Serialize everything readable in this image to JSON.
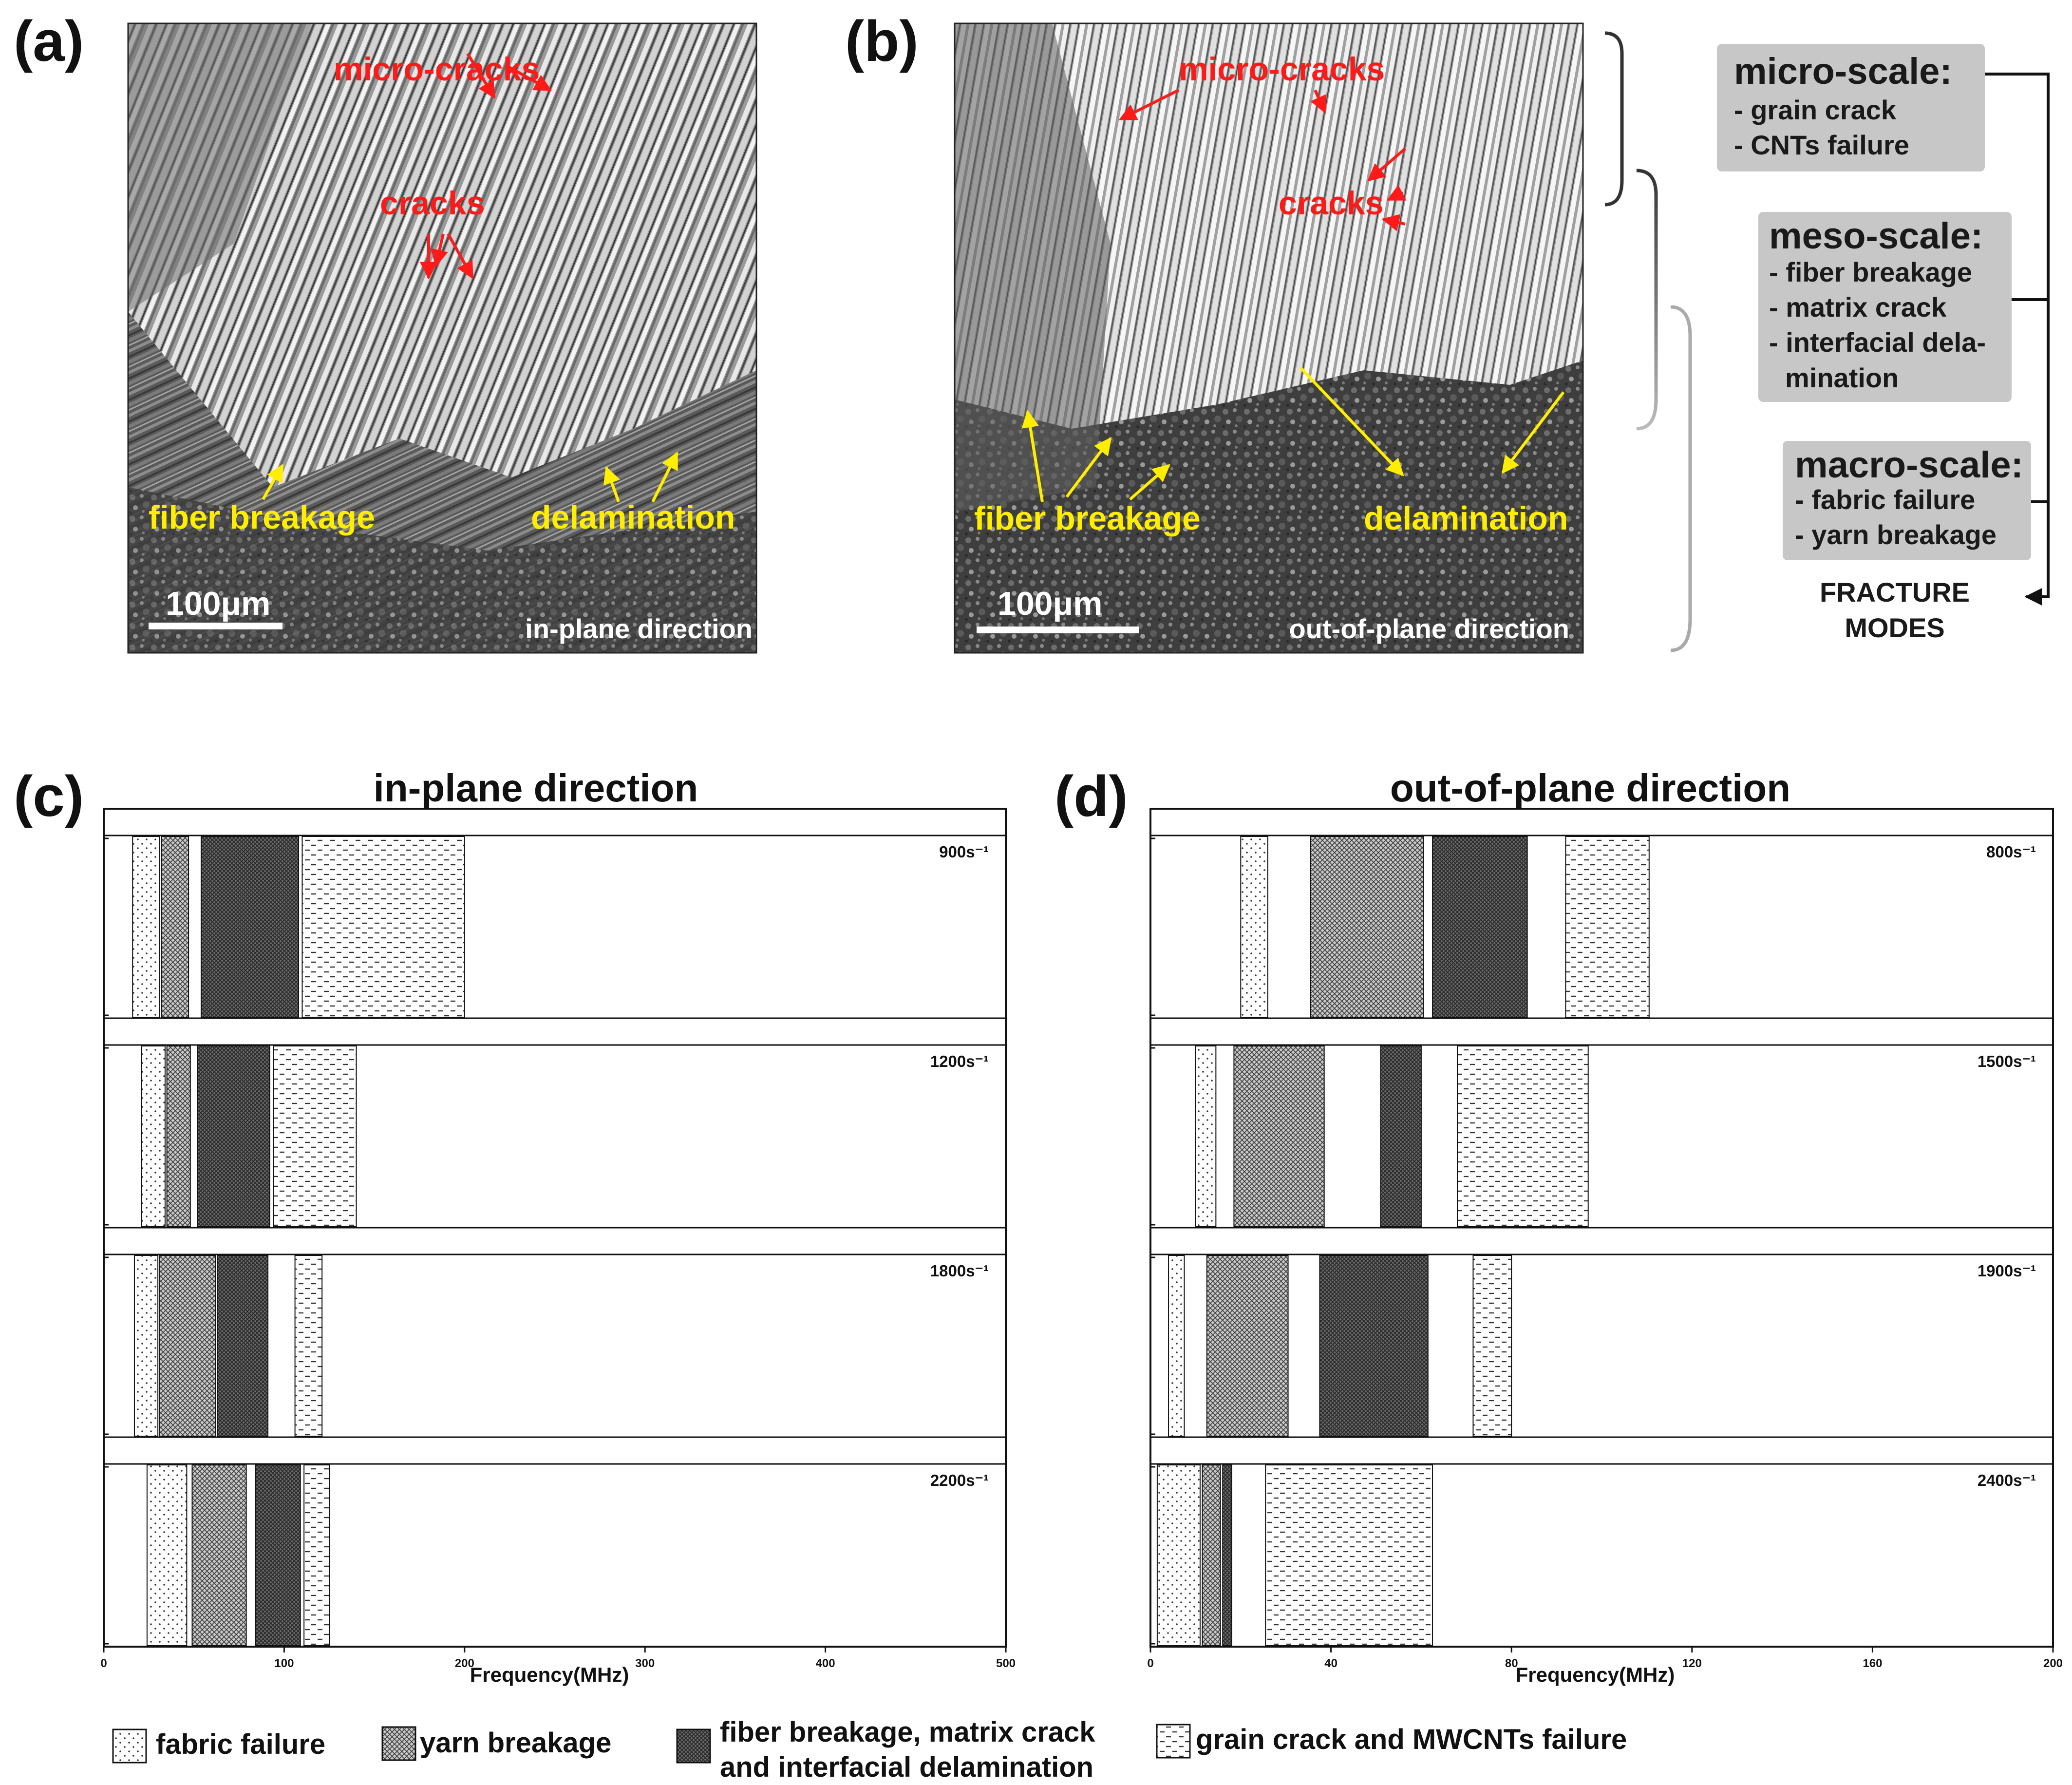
{
  "colors": {
    "annotation_red": "#ff1a1a",
    "annotation_yellow": "#ffee00",
    "box_gray": "#c7c7c7",
    "mode_fabric": "#ffffff",
    "mode_yarn": "#c8c8c8",
    "mode_fiber": "#6a6a6a",
    "mode_grain": "#ffffff"
  },
  "panels": {
    "a": {
      "label": "(a)",
      "annotations": {
        "micro_cracks": "micro-cracks",
        "cracks": "cracks",
        "fiber_breakage": "fiber breakage",
        "delamination": "delamination",
        "scale_bar": "100μm",
        "direction": "in-plane direction"
      }
    },
    "b": {
      "label": "(b)",
      "annotations": {
        "micro_cracks": "micro-cracks",
        "cracks": "cracks",
        "fiber_breakage": "fiber breakage",
        "delamination": "delamination",
        "scale_bar": "100μm",
        "direction": "out-of-plane direction"
      }
    }
  },
  "fracture_modes": {
    "footer_line1": "FRACTURE",
    "footer_line2": "MODES",
    "scales": [
      {
        "title": "micro-scale:",
        "items": [
          "- grain crack",
          "- CNTs failure"
        ]
      },
      {
        "title": "meso-scale:",
        "items": [
          "- fiber breakage",
          "- matrix crack",
          "- interfacial dela-",
          "mination"
        ]
      },
      {
        "title": "macro-scale:",
        "items": [
          "- fabric failure",
          "- yarn breakage"
        ]
      }
    ]
  },
  "legend": {
    "fabric": "fabric failure",
    "yarn": "yarn breakage",
    "fiber_line1": "fiber breakage, matrix crack",
    "fiber_line2": "and interfacial delamination",
    "grain": "grain crack and MWCNTs failure"
  },
  "chart_data": [
    {
      "type": "bar",
      "panel_label": "(c)",
      "title": "in-plane direction",
      "xlabel": "Frequency(MHz)",
      "xlim": [
        0,
        500
      ],
      "xticks": [
        "0",
        "100",
        "200",
        "300",
        "400",
        "500"
      ],
      "series": [
        {
          "name": "900s⁻¹",
          "ranges": [
            {
              "mode": "fabric",
              "from": 16,
              "to": 31
            },
            {
              "mode": "yarn",
              "from": 32,
              "to": 47
            },
            {
              "mode": "fiber",
              "from": 54,
              "to": 108
            },
            {
              "mode": "grain",
              "from": 110,
              "to": 200
            }
          ]
        },
        {
          "name": "1200s⁻¹",
          "ranges": [
            {
              "mode": "fabric",
              "from": 21,
              "to": 34
            },
            {
              "mode": "yarn",
              "from": 35,
              "to": 48
            },
            {
              "mode": "fiber",
              "from": 52,
              "to": 92
            },
            {
              "mode": "grain",
              "from": 94,
              "to": 140
            }
          ]
        },
        {
          "name": "1800s⁻¹",
          "ranges": [
            {
              "mode": "fabric",
              "from": 17,
              "to": 30
            },
            {
              "mode": "yarn",
              "from": 31,
              "to": 62
            },
            {
              "mode": "fiber",
              "from": 63,
              "to": 91
            },
            {
              "mode": "grain",
              "from": 106,
              "to": 121
            }
          ]
        },
        {
          "name": "2200s⁻¹",
          "ranges": [
            {
              "mode": "fabric",
              "from": 24,
              "to": 46
            },
            {
              "mode": "yarn",
              "from": 49,
              "to": 79
            },
            {
              "mode": "fiber",
              "from": 84,
              "to": 109
            },
            {
              "mode": "grain",
              "from": 111,
              "to": 125
            }
          ]
        }
      ]
    },
    {
      "type": "bar",
      "panel_label": "(d)",
      "title": "out-of-plane direction",
      "xlabel": "Frequency(MHz)",
      "xlim": [
        0,
        200
      ],
      "xticks": [
        "0",
        "40",
        "80",
        "120",
        "160",
        "200"
      ],
      "series": [
        {
          "name": "800s⁻¹",
          "ranges": [
            {
              "mode": "fabric",
              "from": 20,
              "to": 26
            },
            {
              "mode": "yarn",
              "from": 35.5,
              "to": 60.5
            },
            {
              "mode": "fiber",
              "from": 62.5,
              "to": 83.5
            },
            {
              "mode": "grain",
              "from": 92,
              "to": 110.5
            }
          ]
        },
        {
          "name": "1500s⁻¹",
          "ranges": [
            {
              "mode": "fabric",
              "from": 10,
              "to": 14.5
            },
            {
              "mode": "yarn",
              "from": 18.5,
              "to": 38.5
            },
            {
              "mode": "fiber",
              "from": 51,
              "to": 60
            },
            {
              "mode": "grain",
              "from": 68,
              "to": 97
            }
          ]
        },
        {
          "name": "1900s⁻¹",
          "ranges": [
            {
              "mode": "fabric",
              "from": 4,
              "to": 7.5
            },
            {
              "mode": "yarn",
              "from": 12.5,
              "to": 30.5
            },
            {
              "mode": "fiber",
              "from": 37.5,
              "to": 61.5
            },
            {
              "mode": "grain",
              "from": 71.5,
              "to": 80
            }
          ]
        },
        {
          "name": "2400s⁻¹",
          "ranges": [
            {
              "mode": "fabric",
              "from": 1.5,
              "to": 11
            },
            {
              "mode": "yarn",
              "from": 11.5,
              "to": 15.5
            },
            {
              "mode": "fiber",
              "from": 16,
              "to": 18
            },
            {
              "mode": "grain",
              "from": 25.5,
              "to": 62.5
            }
          ]
        }
      ]
    }
  ]
}
